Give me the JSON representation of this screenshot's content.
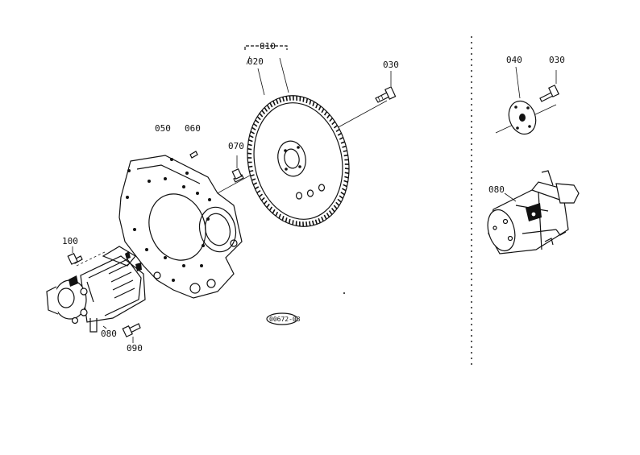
{
  "labels": {
    "p010": "010",
    "p020": "020",
    "p030_main": "030",
    "p050": "050",
    "p060": "060",
    "p070": "070",
    "p100": "100",
    "p080_main": "080",
    "p090": "090",
    "p040": "040",
    "p030_side": "030",
    "p080_side": "080",
    "drawing_code": "00672-03"
  },
  "colors": {
    "ink": "#111111",
    "paper": "#ffffff"
  }
}
